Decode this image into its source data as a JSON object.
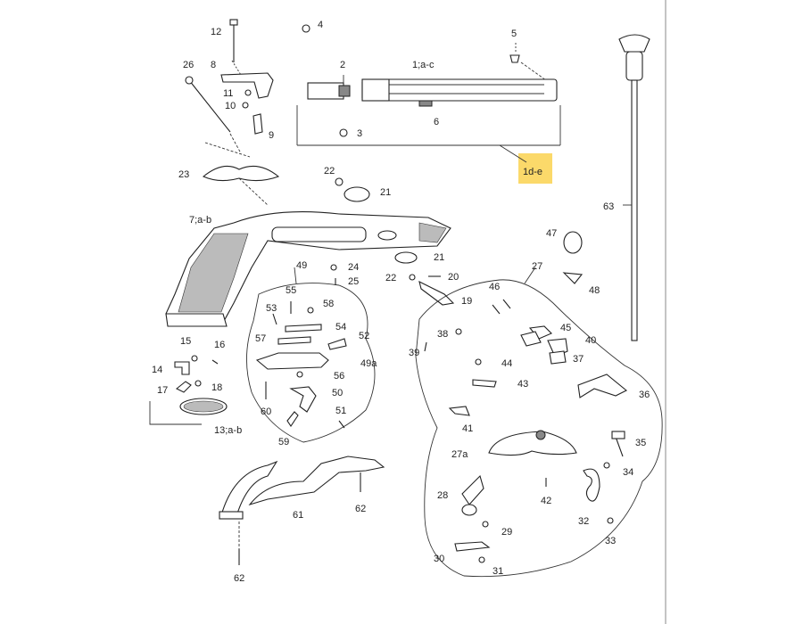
{
  "highlight_color": "#fbd96a",
  "page_border_color": "#888888",
  "labels": {
    "l1": "1;a-c",
    "l2": "2",
    "l3": "3",
    "l4": "4",
    "l5": "5",
    "l6": "6",
    "l1de": "1d-e",
    "l7": "7;a-b",
    "l8": "8",
    "l9": "9",
    "l10": "10",
    "l11": "11",
    "l12": "12",
    "l13": "13;a-b",
    "l14": "14",
    "l15": "15",
    "l16": "16",
    "l17": "17",
    "l18": "18",
    "l19": "19",
    "l20": "20",
    "l21a": "21",
    "l21b": "21",
    "l22a": "22",
    "l22b": "22",
    "l23": "23",
    "l24": "24",
    "l25": "25",
    "l26": "26",
    "l27": "27",
    "l27a": "27a",
    "l28": "28",
    "l29": "29",
    "l30": "30",
    "l31": "31",
    "l32": "32",
    "l33": "33",
    "l34": "34",
    "l35": "35",
    "l36": "36",
    "l37": "37",
    "l38": "38",
    "l39": "39",
    "l40": "40",
    "l41": "41",
    "l42": "42",
    "l43": "43",
    "l44": "44",
    "l45": "45",
    "l46": "46",
    "l47": "47",
    "l48": "48",
    "l49": "49",
    "l49a": "49a",
    "l50": "50",
    "l51": "51",
    "l52": "52",
    "l53": "53",
    "l54": "54",
    "l55": "55",
    "l56": "56",
    "l57": "57",
    "l58": "58",
    "l59": "59",
    "l60": "60",
    "l61": "61",
    "l62a": "62",
    "l62b": "62",
    "l63": "63"
  }
}
